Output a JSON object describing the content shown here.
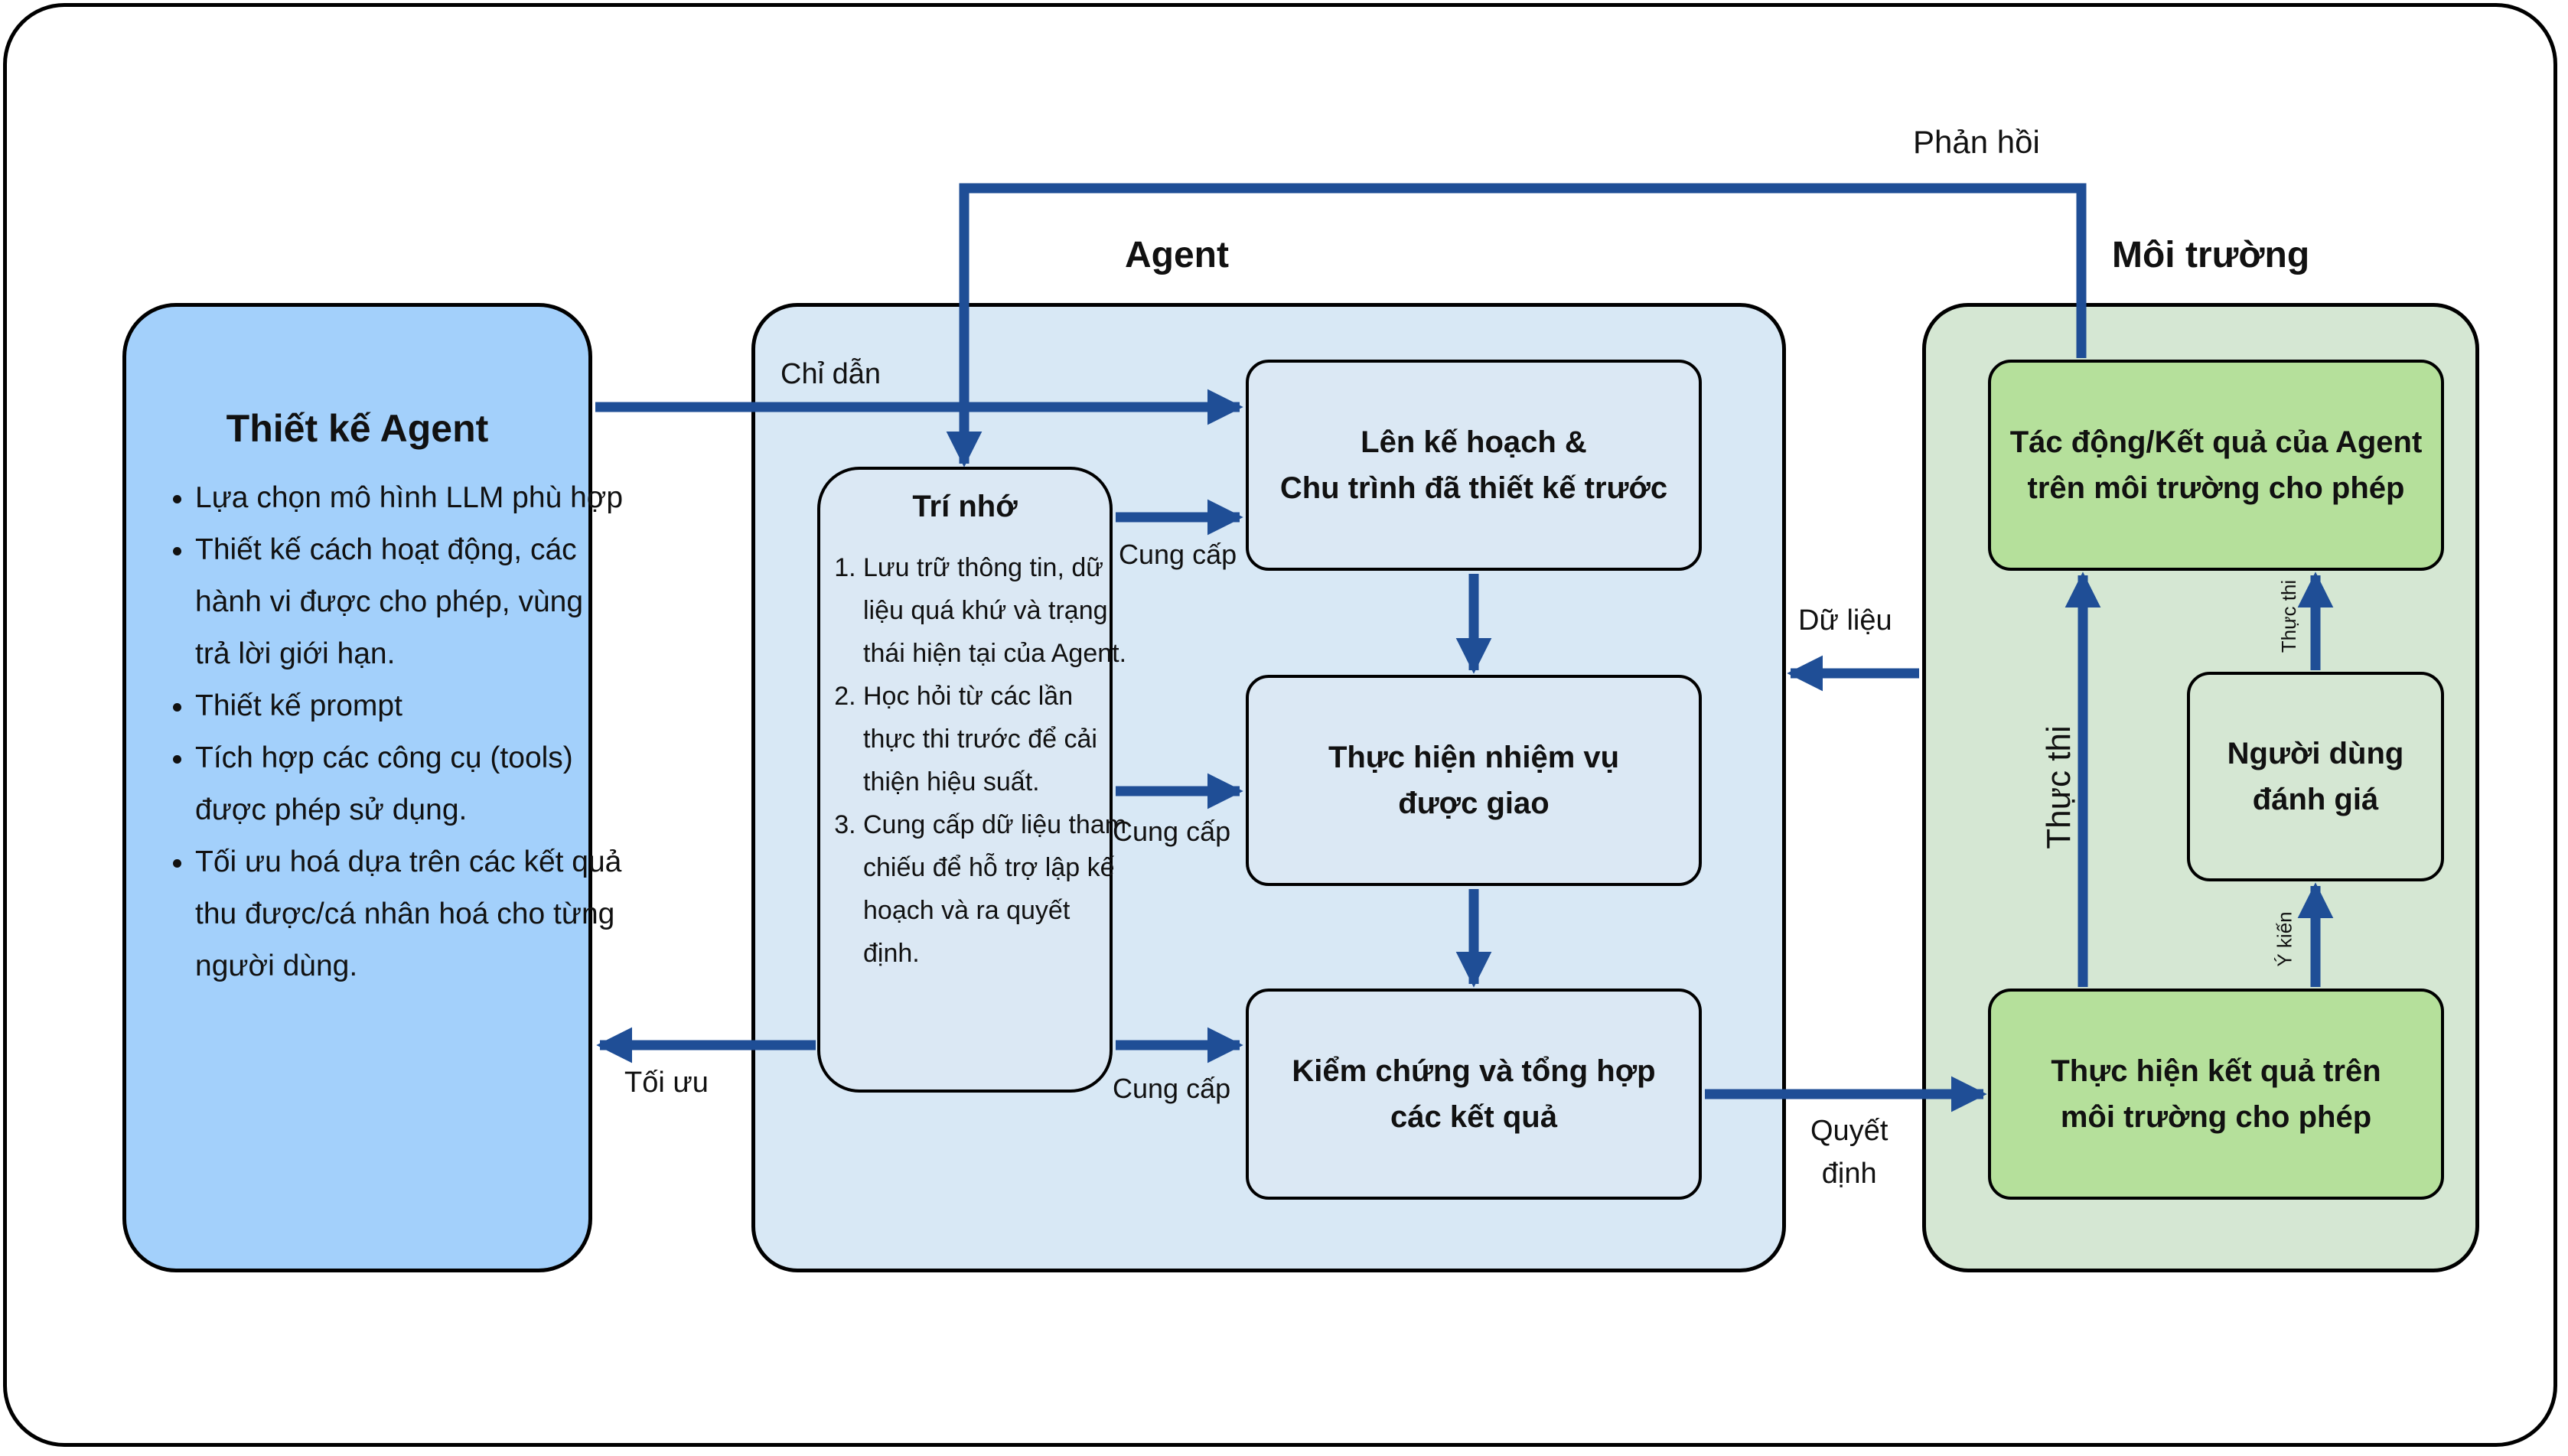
{
  "diagram": {
    "sections": {
      "agent_title": "Agent",
      "environment_title": "Môi trường"
    },
    "design": {
      "title": "Thiết kế Agent",
      "items": [
        "Lựa chọn mô hình LLM phù hợp",
        "Thiết kế cách hoạt động, các hành vi được cho phép, vùng trả lời giới hạn.",
        "Thiết kế prompt",
        "Tích hợp các công cụ (tools) được phép sử dụng.",
        "Tối ưu hoá dựa trên các kết quả thu được/cá nhân hoá cho từng người dùng."
      ]
    },
    "memory": {
      "title": "Trí nhớ",
      "items": [
        "Lưu trữ thông tin, dữ liệu quá khứ và trạng thái hiện tại của Agent.",
        "Học hỏi từ các lần thực thi trước để cải thiện hiệu suất.",
        "Cung cấp dữ liệu tham chiếu để hỗ trợ lập kế hoạch và ra quyết định."
      ]
    },
    "steps": {
      "plan_line1": "Lên kế hoạch &",
      "plan_line2": "Chu trình đã thiết kế trước",
      "exec_line1": "Thực hiện nhiệm vụ",
      "exec_line2": "được giao",
      "verify_line1": "Kiểm chứng và tổng hợp",
      "verify_line2": "các kết quả"
    },
    "environment": {
      "impact_line1": "Tác động/Kết quả của Agent",
      "impact_line2": "trên môi trường cho phép",
      "user_line1": "Người dùng",
      "user_line2": "đánh giá",
      "apply_line1": "Thực hiện kết quả trên",
      "apply_line2": "môi trường cho phép"
    },
    "edge_labels": {
      "feedback": "Phản hồi",
      "instruction": "Chỉ dẫn",
      "provide_1": "Cung cấp",
      "provide_2": "Cung cấp",
      "provide_3": "Cung cấp",
      "optimize": "Tối ưu",
      "data": "Dữ liệu",
      "decision_line1": "Quyết",
      "decision_line2": "định",
      "execute": "Thực thi",
      "execute_small": "Thực thi",
      "opinion": "Ý kiến"
    },
    "colors": {
      "arrow": "#1f4e96",
      "design_fill": "#a3d0fb",
      "agent_fill": "#d8e8f5",
      "environment_fill": "#d5e7d3",
      "result_fill": "#b5e09b"
    }
  }
}
